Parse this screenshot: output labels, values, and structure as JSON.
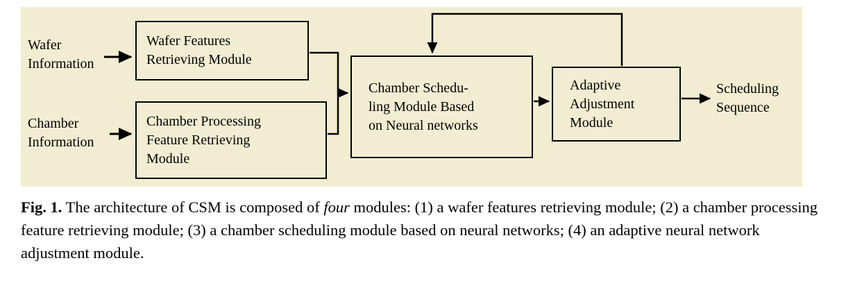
{
  "figure": {
    "panel_bg": "#f2edd2",
    "line_color": "#000000",
    "nodes": {
      "wafer_info": "Wafer\nInformation",
      "chamber_info": "Chamber\nInformation",
      "wafer_features_module": "Wafer Features\nRetrieving Module",
      "chamber_processing_module": "Chamber Processing\nFeature Retrieving\nModule",
      "chamber_scheduling_module": "Chamber Schedu-\nling Module Based\non Neural networks",
      "adaptive_adjustment_module": "Adaptive\nAdjustment\nModule",
      "scheduling_sequence": "Scheduling\nSequence"
    }
  },
  "caption": {
    "fig_label": "Fig. 1.",
    "part1": " The architecture of CSM is composed of ",
    "italic_word": "four",
    "part2": " modules: (1) a wafer features retrieving module; (2) a chamber processing feature retrieving module; (3) a chamber scheduling module based on neural networks; (4) an adaptive neural network adjustment module."
  }
}
